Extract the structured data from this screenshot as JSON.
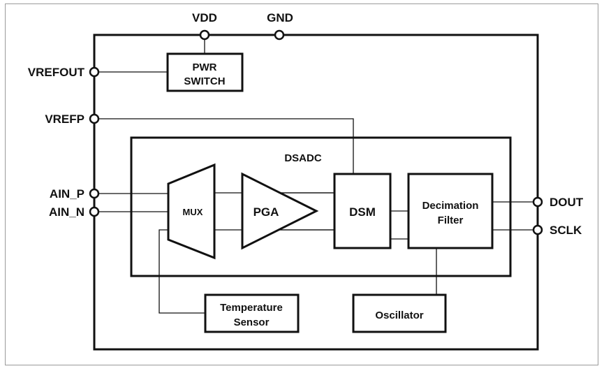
{
  "diagram": {
    "title": "DSADC",
    "pins": {
      "vdd": "VDD",
      "gnd": "GND",
      "vrefout": "VREFOUT",
      "vrefp": "VREFP",
      "ain_p": "AIN_P",
      "ain_n": "AIN_N",
      "dout": "DOUT",
      "sclk": "SCLK"
    },
    "blocks": {
      "pwr_switch": [
        "PWR",
        "SWITCH"
      ],
      "mux": "MUX",
      "pga": "PGA",
      "dsm": "DSM",
      "decimation_filter": [
        "Decimation",
        "Filter"
      ],
      "temperature_sensor": [
        "Temperature",
        "Sensor"
      ],
      "oscillator": "Oscillator"
    },
    "colors": {
      "line": "#111111",
      "frame": "#9a9a9a",
      "background": "#ffffff"
    }
  }
}
